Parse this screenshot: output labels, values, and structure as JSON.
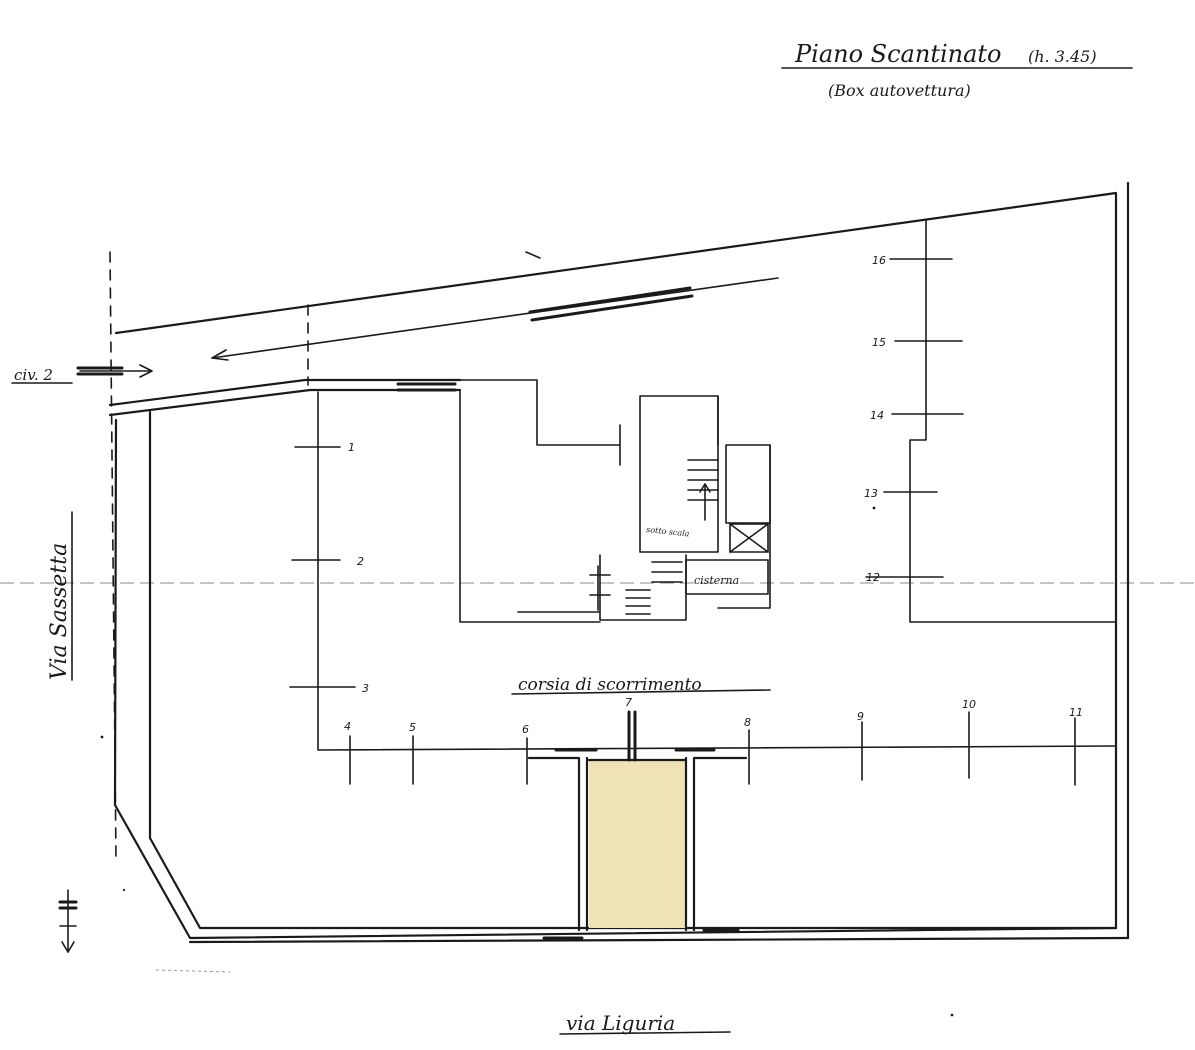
{
  "title": {
    "main": "Piano Scantinato",
    "height": "(h. 3.45)",
    "sub": "(Box autovettura)"
  },
  "streets": {
    "left": "Via Sassetta",
    "bottom": "via Liguria",
    "entrance": "civ. 2"
  },
  "labels": {
    "corridor": "corsia di scorrimento",
    "stair": "sotto scala",
    "cistern": "cisterna"
  },
  "box_numbers": [
    "1",
    "2",
    "3",
    "4",
    "5",
    "6",
    "7",
    "8",
    "9",
    "10",
    "11",
    "12",
    "13",
    "14",
    "15",
    "16"
  ],
  "highlight_color": "#efe2b4"
}
